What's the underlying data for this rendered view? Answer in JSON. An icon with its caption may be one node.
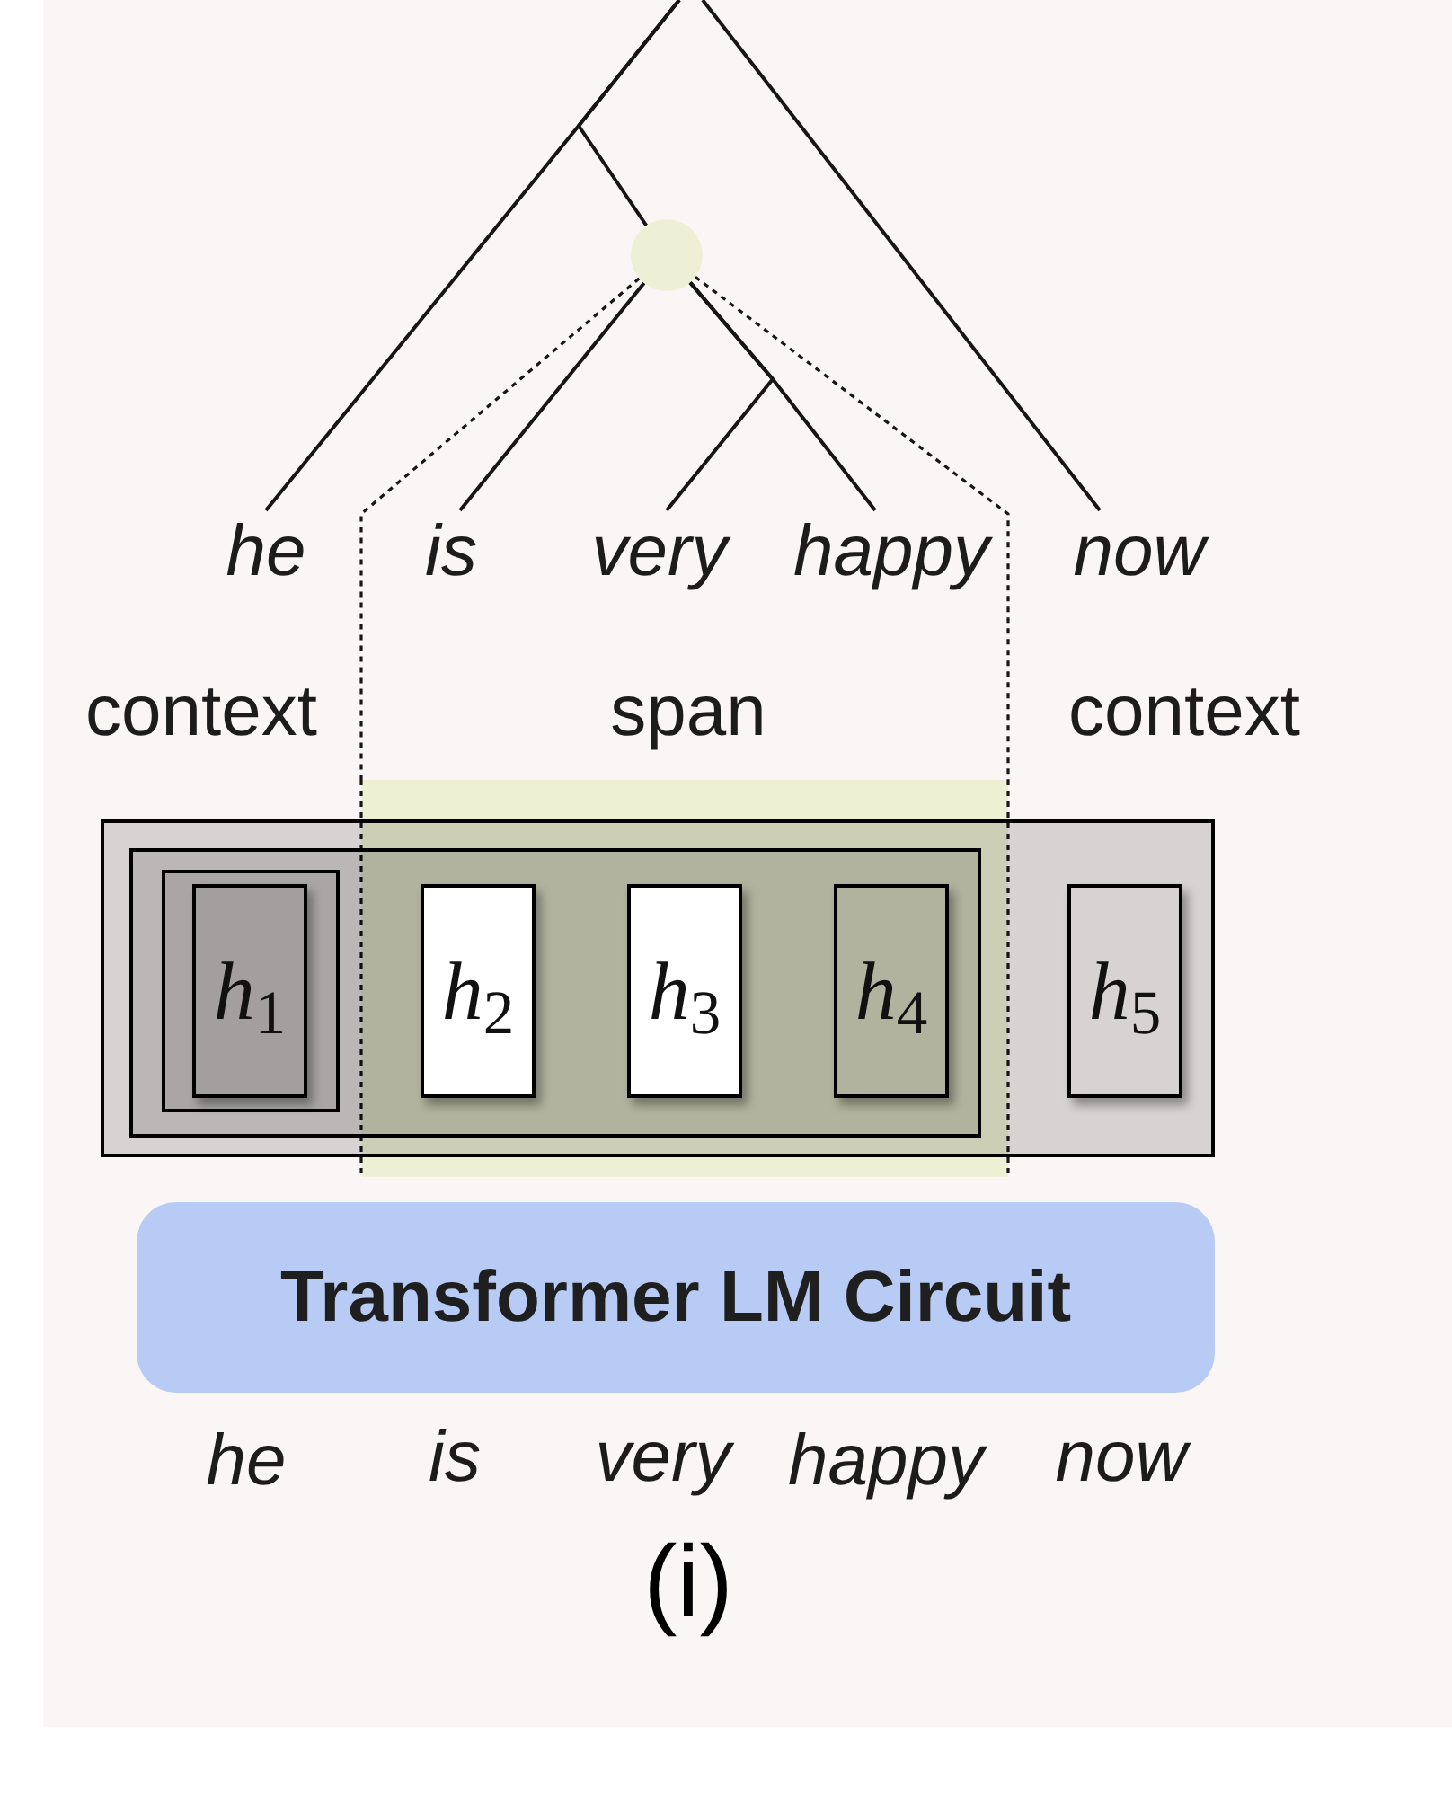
{
  "diagram": {
    "nodes": [
      {
        "text": [],
        "shape": "circle"
      },
      {
        "text": [
          "he"
        ]
      },
      {
        "text": [
          "is"
        ]
      },
      {
        "text": [
          "very"
        ]
      },
      {
        "text": [
          "happy"
        ]
      },
      {
        "text": [
          "now"
        ]
      },
      {
        "text": [],
        "shape": "box"
      },
      {
        "text": [],
        "shape": "box"
      },
      {
        "text": [],
        "shape": "box",
        "in": 7
      },
      {
        "text": [],
        "shape": "box",
        "in": 8
      },
      {
        "text": [
          "*h*$_{1}$"
        ],
        "in": 9
      },
      {
        "text": [
          "*h*$_{2}$"
        ]
      },
      {
        "text": [
          "*h*$_{3}$"
        ]
      },
      {
        "text": [
          "*h*$_{4}$"
        ]
      },
      {
        "text": [
          "*h*$_{5}$"
        ],
        "in": 7
      },
      {
        "text": [
          "Transformer LM Circuit"
        ],
        "beside": [
          "he",
          "is",
          "very",
          "happy",
          "now"
        ]
      }
    ],
    "edges": [
      {
        "from": null,
        "to": 1,
        "arrow": "none"
      },
      {
        "from": null,
        "to": 0,
        "arrow": "none"
      },
      {
        "from": null,
        "to": 5,
        "arrow": "none"
      },
      {
        "from": 0,
        "to": 2,
        "arrow": "none"
      },
      {
        "from": 0,
        "to": 3,
        "arrow": "none"
      },
      {
        "from": 0,
        "to": 4,
        "arrow": "none"
      },
      {
        "from": 0,
        "to": 6,
        "arrow": "none",
        "style": "dashed"
      },
      {
        "from": 0,
        "to": 6,
        "arrow": "none",
        "style": "dashed"
      }
    ],
    "labels": [
      "context",
      "span",
      "context"
    ],
    "caption": "(i)"
  }
}
